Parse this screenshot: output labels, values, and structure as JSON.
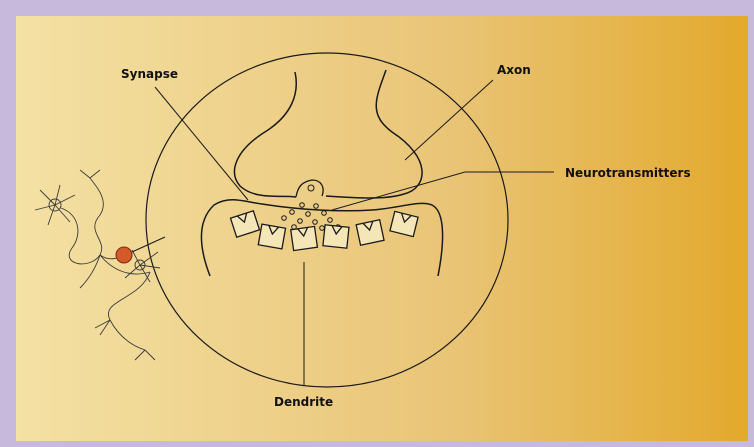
{
  "labels": {
    "synapse": "Synapse",
    "axon": "Axon",
    "neurotransmitters": "Neurotransmitters",
    "dendrite": "Dendrite"
  },
  "colors": {
    "frame": "#c7b9dc",
    "gradient_left": "#f4e1a4",
    "gradient_right": "#e3a92c",
    "ink": "#1a1a1a",
    "highlight": "#d45a2a"
  }
}
